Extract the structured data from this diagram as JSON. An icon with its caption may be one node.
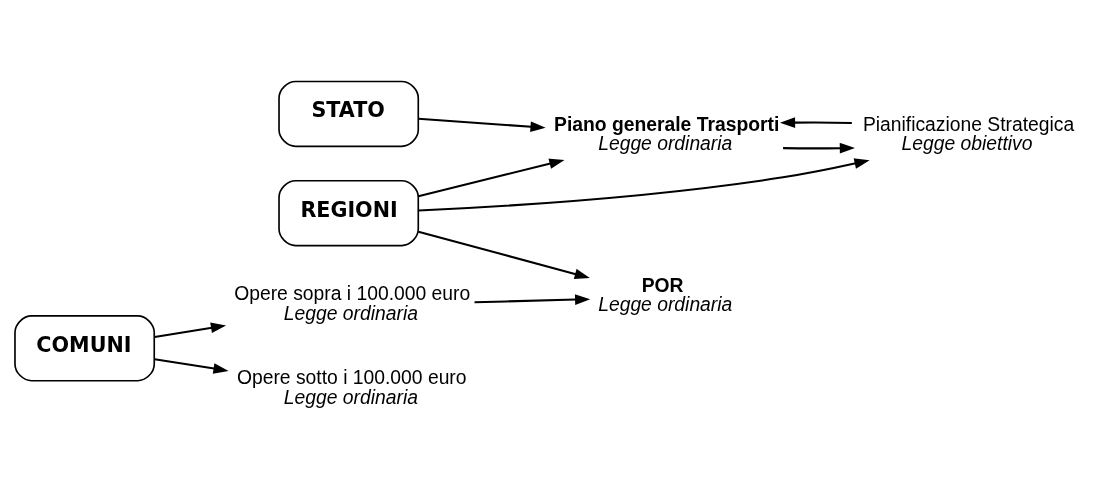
{
  "diagram": {
    "nodes": [
      {
        "text": [
          "STATO"
        ]
      },
      {
        "text": [
          "Piano generale Trasporti",
          "Legge ordinaria"
        ]
      },
      {
        "text": [
          "Pianificazione Strategica",
          "Legge obiettivo"
        ]
      },
      {
        "text": [
          "REGIONI"
        ]
      },
      {
        "text": [
          "POR",
          "Legge ordinaria"
        ]
      },
      {
        "text": [
          "COMUNI"
        ]
      },
      {
        "text": [
          "Opere sopra i 100.000 euro",
          "Legge ordinaria"
        ]
      },
      {
        "text": [
          "Opere sotto i 100.000 euro",
          "Legge ordinaria"
        ]
      }
    ],
    "edges": [
      {
        "from": 0,
        "to": 1,
        "arrow": "to"
      },
      {
        "from": 1,
        "to": 2,
        "arrow": "to"
      },
      {
        "from": 2,
        "to": 1,
        "arrow": "to"
      },
      {
        "from": 3,
        "to": 1,
        "arrow": "to"
      },
      {
        "from": 3,
        "to": 2,
        "arrow": "to"
      },
      {
        "from": 3,
        "to": 4,
        "arrow": "to"
      },
      {
        "from": 5,
        "to": 6,
        "arrow": "to"
      },
      {
        "from": 5,
        "to": 7,
        "arrow": "to"
      },
      {
        "from": 6,
        "to": 4,
        "arrow": "to"
      }
    ]
  }
}
